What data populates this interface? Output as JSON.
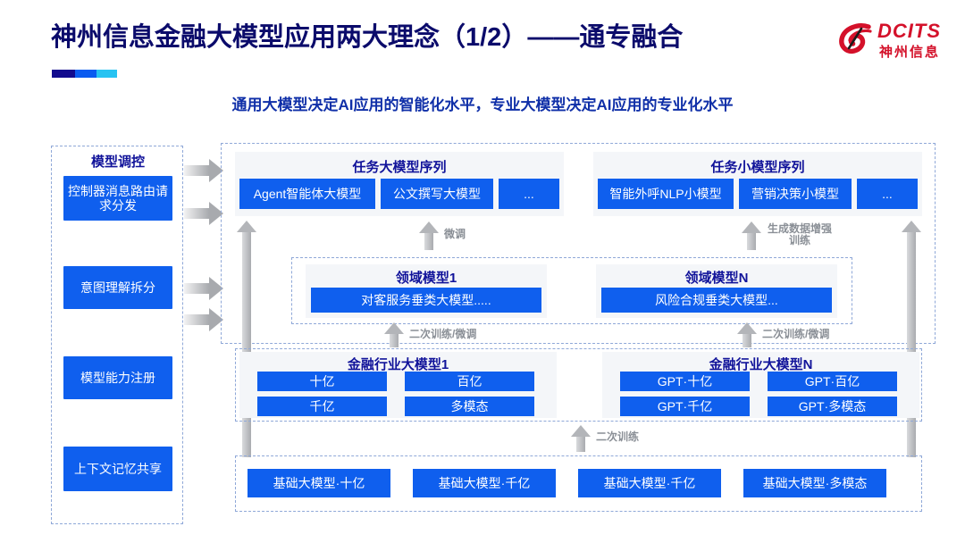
{
  "header": {
    "title": "神州信息金融大模型应用两大理念（1/2）——通专融合",
    "subtitle": "通用大模型决定AI应用的智能化水平，专业大模型决定AI应用的专业化水平",
    "logo_en": "DCITS",
    "logo_cn": "神州信息",
    "accent_navy": "#11139a",
    "accent_blue": "#0f5fee",
    "accent_red": "#d4112a",
    "underbar_colors": [
      "#120b8e",
      "#0a5bf0",
      "#27c3f2"
    ]
  },
  "left_column": {
    "title": "模型调控",
    "items": [
      {
        "label": "控制器消息路由请求分发"
      },
      {
        "label": "意图理解拆分"
      },
      {
        "label": "模型能力注册"
      },
      {
        "label": "上下文记忆共享"
      }
    ],
    "arrows": [
      "flow-arrow-1",
      "flow-arrow-2",
      "flow-arrow-3",
      "flow-arrow-4"
    ]
  },
  "task_groups": [
    {
      "title": "任务大模型序列",
      "items": [
        "Agent智能体大模型",
        "公文撰写大模型",
        "..."
      ]
    },
    {
      "title": "任务小模型序列",
      "items": [
        "智能外呼NLP小模型",
        "营销决策小模型",
        "..."
      ]
    }
  ],
  "domain_groups": [
    {
      "title": "领域模型1",
      "items": [
        "对客服务垂类大模型....."
      ]
    },
    {
      "title": "领域模型N",
      "items": [
        "风险合规垂类大模型..."
      ]
    }
  ],
  "industry_groups": [
    {
      "title": "金融行业大模型1",
      "items": [
        "十亿",
        "百亿",
        "千亿",
        "多模态"
      ]
    },
    {
      "title": "金融行业大模型N",
      "items": [
        "GPT·十亿",
        "GPT·百亿",
        "GPT·千亿",
        "GPT·多模态"
      ]
    }
  ],
  "foundation_group": {
    "items": [
      "基础大模型·十亿",
      "基础大模型·千亿",
      "基础大模型·千亿",
      "基础大模型·多模态"
    ]
  },
  "flow_labels": {
    "fine_tune": "微调",
    "gen_data_aug": "生成数据增强\n训练",
    "gen_data_aug_line1": "生成数据增强",
    "gen_data_aug_line2": "训练",
    "retrain_finetune_left": "二次训练/微调",
    "retrain_finetune_right": "二次训练/微调",
    "retrain": "二次训练"
  }
}
